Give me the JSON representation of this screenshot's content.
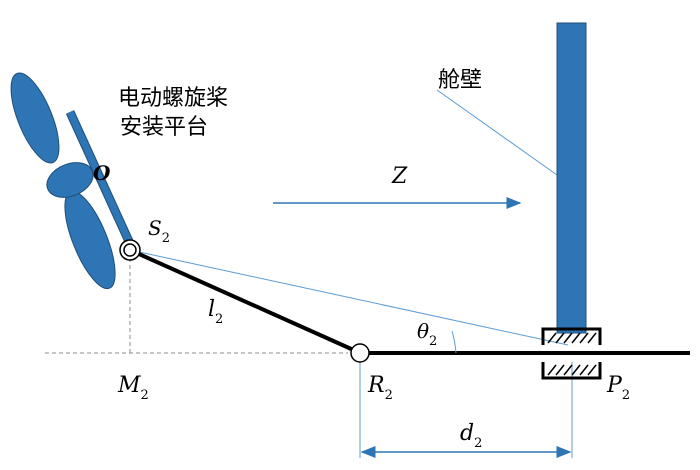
{
  "labels": {
    "platform_line1": "电动螺旋桨",
    "platform_line2": "安装平台",
    "bulkhead": "舱壁",
    "origin": "O",
    "direction": "Z",
    "s_main": "S",
    "s_sub": "2",
    "l_main": "l",
    "l_sub": "2",
    "theta_main": "θ",
    "theta_sub": "2",
    "m_main": "M",
    "m_sub": "2",
    "r_main": "R",
    "r_sub": "2",
    "p_main": "P",
    "p_sub": "2",
    "d_main": "d",
    "d_sub": "2"
  },
  "colors": {
    "blue": "#2e75b6",
    "blue_dark": "#1f4e79",
    "thin_blue": "#5b9bd5",
    "line": "#000000",
    "dashed": "#8c8c8c"
  },
  "icons": {
    "propeller": "propeller-icon",
    "bulkhead": "bulkhead-wall-icon",
    "joint": "pivot-joint-icon"
  }
}
